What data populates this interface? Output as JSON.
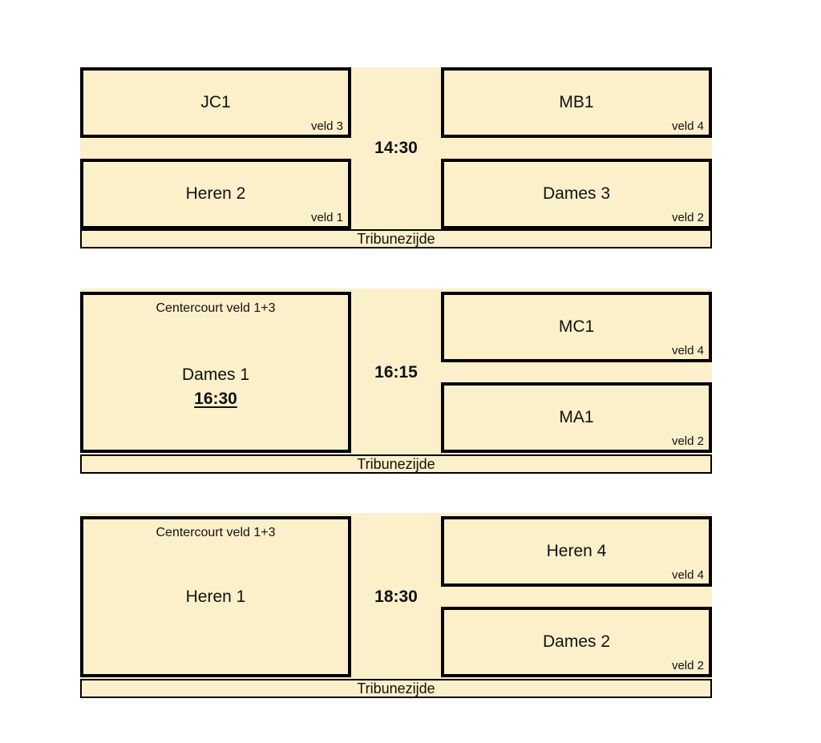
{
  "colors": {
    "fill": "#FCF0CA",
    "border": "#000000",
    "page_bg": "#FFFFFF"
  },
  "blocks": [
    {
      "time": "14:30",
      "tribune_label": "Tribunezijde",
      "left": [
        {
          "team": "JC1",
          "field": "veld 3"
        },
        {
          "team": "Heren 2",
          "field": "veld 1"
        }
      ],
      "right": [
        {
          "team": "MB1",
          "field": "veld 4"
        },
        {
          "team": "Dames 3",
          "field": "veld 2"
        }
      ]
    },
    {
      "time": "16:15",
      "tribune_label": "Tribunezijde",
      "center_court": {
        "header": "Centercourt veld 1+3",
        "team": "Dames 1",
        "start_time": "16:30"
      },
      "right": [
        {
          "team": "MC1",
          "field": "veld 4"
        },
        {
          "team": "MA1",
          "field": "veld 2"
        }
      ]
    },
    {
      "time": "18:30",
      "tribune_label": "Tribunezijde",
      "center_court": {
        "header": "Centercourt veld 1+3",
        "team": "Heren 1"
      },
      "right": [
        {
          "team": "Heren 4",
          "field": "veld 4"
        },
        {
          "team": "Dames 2",
          "field": "veld 2"
        }
      ]
    }
  ]
}
